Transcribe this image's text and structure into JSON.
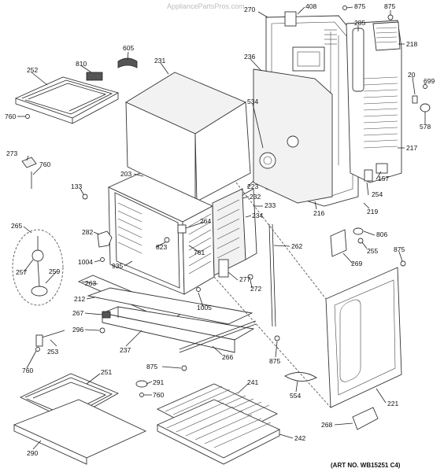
{
  "watermark": "AppliancePartsPros.com",
  "art_number": "(ART NO. WB15251 C4)",
  "part_labels": [
    {
      "id": "270",
      "text": "270"
    },
    {
      "id": "408",
      "text": "408"
    },
    {
      "id": "875a",
      "text": "875"
    },
    {
      "id": "875b",
      "text": "875"
    },
    {
      "id": "285",
      "text": "285"
    },
    {
      "id": "218",
      "text": "218"
    },
    {
      "id": "605",
      "text": "605"
    },
    {
      "id": "231",
      "text": "231"
    },
    {
      "id": "236",
      "text": "236"
    },
    {
      "id": "20",
      "text": "20"
    },
    {
      "id": "699",
      "text": "699"
    },
    {
      "id": "252",
      "text": "252"
    },
    {
      "id": "810",
      "text": "810"
    },
    {
      "id": "534",
      "text": "534"
    },
    {
      "id": "578",
      "text": "578"
    },
    {
      "id": "760a",
      "text": "760"
    },
    {
      "id": "217",
      "text": "217"
    },
    {
      "id": "273",
      "text": "273"
    },
    {
      "id": "760b",
      "text": "760"
    },
    {
      "id": "203",
      "text": "203"
    },
    {
      "id": "223",
      "text": "223"
    },
    {
      "id": "157",
      "text": "157"
    },
    {
      "id": "133",
      "text": "133"
    },
    {
      "id": "232",
      "text": "232"
    },
    {
      "id": "254",
      "text": "254"
    },
    {
      "id": "233",
      "text": "233"
    },
    {
      "id": "216",
      "text": "216"
    },
    {
      "id": "219",
      "text": "219"
    },
    {
      "id": "234",
      "text": "234"
    },
    {
      "id": "265",
      "text": "265"
    },
    {
      "id": "264",
      "text": "264"
    },
    {
      "id": "806",
      "text": "806"
    },
    {
      "id": "282",
      "text": "282"
    },
    {
      "id": "262",
      "text": "262"
    },
    {
      "id": "255",
      "text": "255"
    },
    {
      "id": "823",
      "text": "823"
    },
    {
      "id": "761",
      "text": "761"
    },
    {
      "id": "875c",
      "text": "875"
    },
    {
      "id": "1004",
      "text": "1004"
    },
    {
      "id": "269",
      "text": "269"
    },
    {
      "id": "935",
      "text": "935"
    },
    {
      "id": "257",
      "text": "257"
    },
    {
      "id": "259",
      "text": "259"
    },
    {
      "id": "277",
      "text": "277"
    },
    {
      "id": "263",
      "text": "263"
    },
    {
      "id": "272",
      "text": "272"
    },
    {
      "id": "212",
      "text": "212"
    },
    {
      "id": "1005",
      "text": "1005"
    },
    {
      "id": "267",
      "text": "267"
    },
    {
      "id": "296",
      "text": "296"
    },
    {
      "id": "253",
      "text": "253"
    },
    {
      "id": "237",
      "text": "237"
    },
    {
      "id": "266",
      "text": "266"
    },
    {
      "id": "875d",
      "text": "875"
    },
    {
      "id": "760c",
      "text": "760"
    },
    {
      "id": "875e",
      "text": "875"
    },
    {
      "id": "251",
      "text": "251"
    },
    {
      "id": "291",
      "text": "291"
    },
    {
      "id": "241",
      "text": "241"
    },
    {
      "id": "554",
      "text": "554"
    },
    {
      "id": "760d",
      "text": "760"
    },
    {
      "id": "221",
      "text": "221"
    },
    {
      "id": "268",
      "text": "268"
    },
    {
      "id": "242",
      "text": "242"
    },
    {
      "id": "290",
      "text": "290"
    }
  ]
}
